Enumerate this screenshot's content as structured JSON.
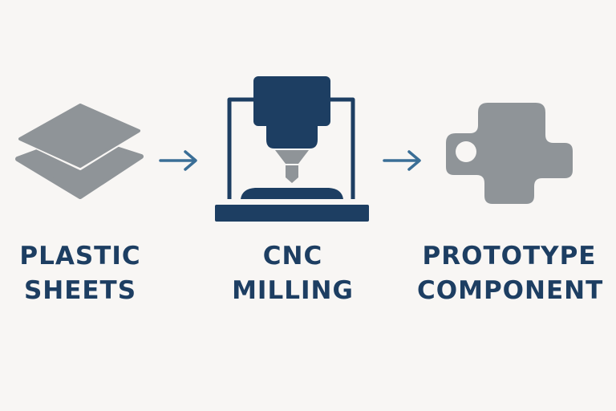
{
  "colors": {
    "background": "#f8f6f4",
    "navy": "#1d3e62",
    "gray": "#8f9498",
    "arrow": "#3a6e96"
  },
  "steps": [
    {
      "icon": "plastic-sheets-icon",
      "line1": "PLASTIC",
      "line2": "SHEETS"
    },
    {
      "icon": "cnc-milling-machine-icon",
      "line1": "CNC",
      "line2": "MILLING"
    },
    {
      "icon": "prototype-component-icon",
      "line1": "PROTOTYPE",
      "line2": "COMPONENT"
    }
  ],
  "connectors": [
    "arrow-right-icon",
    "arrow-right-icon"
  ]
}
